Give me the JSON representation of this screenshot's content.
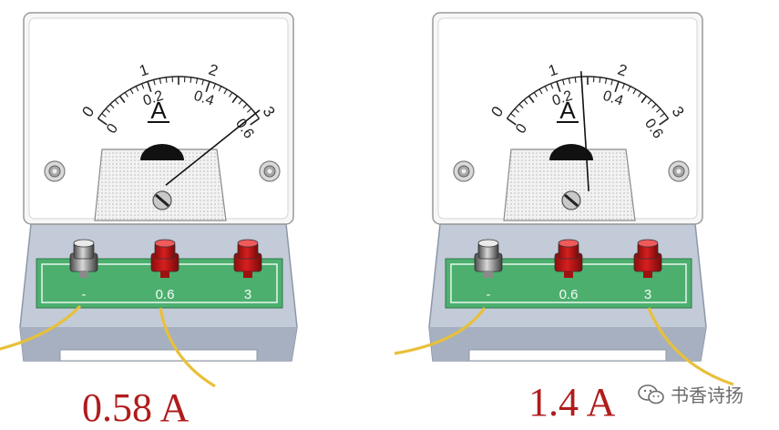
{
  "meters": [
    {
      "unit_symbol": "A",
      "outer_scale_labels": [
        "0",
        "1",
        "2",
        "3"
      ],
      "inner_scale_labels": [
        "0",
        "0.2",
        "0.4",
        "0.6"
      ],
      "terminal_labels": [
        "-",
        "0.6",
        "3"
      ],
      "connected_terminal": "0.6",
      "needle_fraction": 0.967,
      "reading": "0.58 A"
    },
    {
      "unit_symbol": "A",
      "outer_scale_labels": [
        "0",
        "1",
        "2",
        "3"
      ],
      "inner_scale_labels": [
        "0",
        "0.2",
        "0.4",
        "0.6"
      ],
      "terminal_labels": [
        "-",
        "0.6",
        "3"
      ],
      "connected_terminal": "3",
      "needle_fraction": 0.467,
      "reading": "1.4 A"
    }
  ],
  "watermark": {
    "icon": "wechat-icon",
    "text": "书香诗扬"
  },
  "colors": {
    "reading_text": "#b01c1c",
    "terminal_board": "#4caf6e",
    "terminal_red": "#d61f1f",
    "wire": "#e8c03a"
  }
}
